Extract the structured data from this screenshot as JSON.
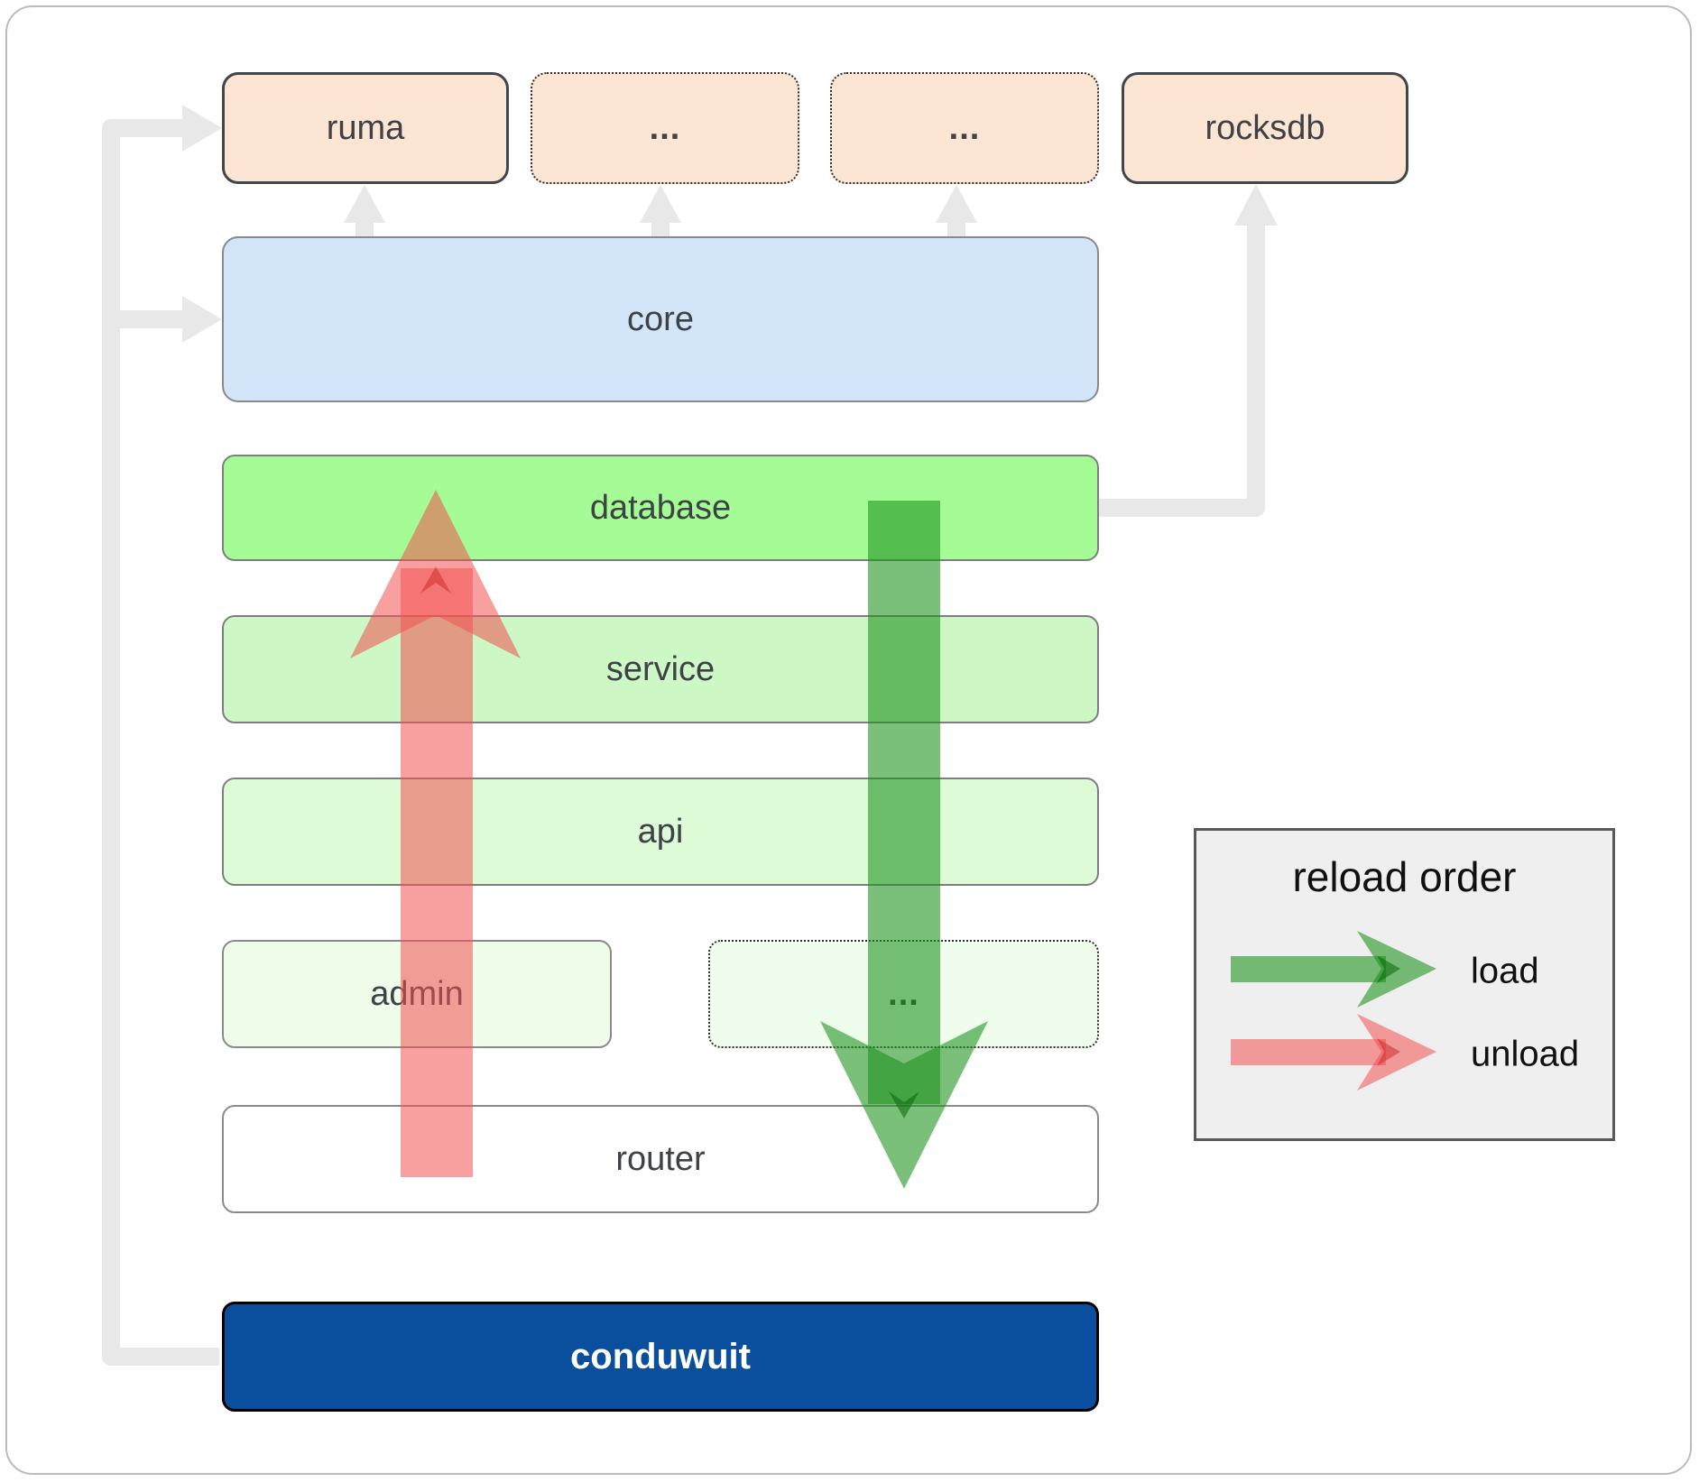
{
  "nodes": {
    "ruma": "ruma",
    "ellipsis_top_1": "...",
    "ellipsis_top_2": "...",
    "rocksdb": "rocksdb",
    "core": "core",
    "database": "database",
    "service": "service",
    "api": "api",
    "admin": "admin",
    "ellipsis_admin": "...",
    "router": "router",
    "conduwuit": "conduwuit"
  },
  "legend": {
    "title": "reload order",
    "load_label": "load",
    "unload_label": "unload"
  },
  "colors": {
    "peach_fill": "#fce5d3",
    "core_fill": "#d3e5f8",
    "database_fill": "#a5fc96",
    "service_fill": "#cdf7c5",
    "api_fill": "#defbd8",
    "admin_fill": "#eefce9",
    "router_fill": "#ffffff",
    "conduwuit_fill": "#0a4f9e",
    "legend_bg": "#efefef",
    "connector_gray": "#e8e8e8",
    "load_arrow_green": "rgba(25,145,25,0.58)",
    "unload_arrow_red": "rgba(242,80,80,0.55)"
  },
  "edges": [
    {
      "from": "conduwuit",
      "to": "ruma",
      "style": "gray"
    },
    {
      "from": "conduwuit",
      "to": "core",
      "style": "gray"
    },
    {
      "from": "core",
      "to": "ruma",
      "style": "gray"
    },
    {
      "from": "core",
      "to": "ellipsis_top_1",
      "style": "gray"
    },
    {
      "from": "core",
      "to": "ellipsis_top_2",
      "style": "gray"
    },
    {
      "from": "database",
      "to": "rocksdb",
      "style": "gray"
    },
    {
      "from": "database",
      "to": "router",
      "kind": "load",
      "style": "green"
    },
    {
      "from": "router",
      "to": "database",
      "kind": "unload",
      "style": "red"
    }
  ]
}
